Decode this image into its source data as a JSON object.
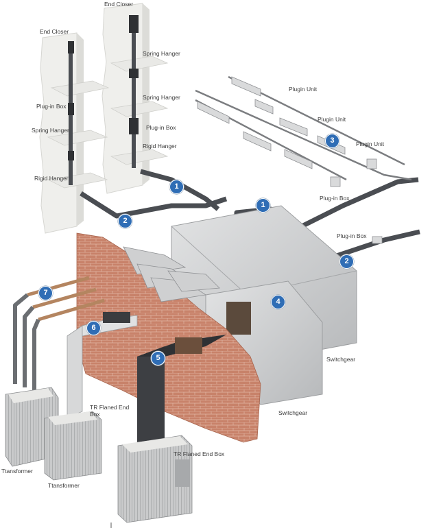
{
  "labels": {
    "end_closer_left": "End Closer",
    "end_closer_top": "End Closer",
    "spring_hanger_1": "Spring Hanger",
    "spring_hanger_2": "Spring Hanger",
    "spring_hanger_left": "Spring Hanger",
    "plugin_box_left": "Plug-in Box",
    "plugin_box_mid": "Plug-in Box",
    "rigid_hanger_mid": "Rigid Hanger",
    "rigid_hanger_left": "Rigid Hanger",
    "plugin_unit_1": "Plugin Unit",
    "plugin_unit_2": "Plugin Unit",
    "plugin_unit_3": "Plugin Unit",
    "plugin_box_right_1": "Plug-in Box",
    "plugin_box_right_2": "Plug-in Box",
    "switchgear_1": "Switchgear",
    "switchgear_2": "Switchgear",
    "tr_flaned_end_box_1": "TR Flaned End Box",
    "tr_flaned_end_box_2": "TR Flaned End Box",
    "transformer_1": "Ttansformer",
    "transformer_2": "Ttansformer"
  },
  "badges": [
    "1",
    "1",
    "2",
    "2",
    "3",
    "4",
    "5",
    "6",
    "7"
  ],
  "colors": {
    "badge": "#2f6db5",
    "busway": "#4a4d52",
    "brick": "#c8826a",
    "concrete": "#ededea",
    "switchgear": "#c9cbcc"
  }
}
